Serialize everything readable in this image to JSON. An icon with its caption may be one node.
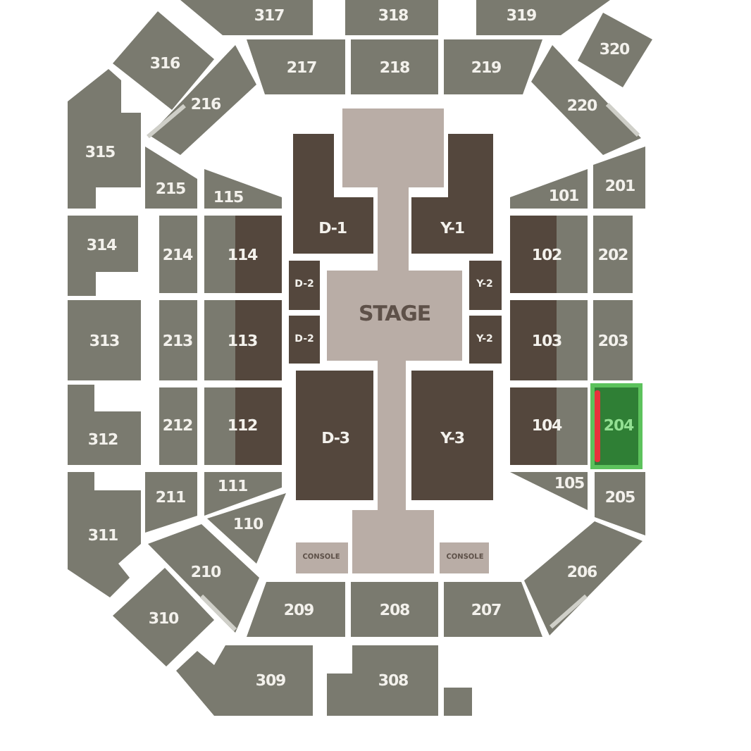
{
  "diagram": {
    "nodes": [
      {
        "text": [
          "317"
        ]
      },
      {
        "text": [
          "318"
        ]
      },
      {
        "text": [
          "319"
        ]
      },
      {
        "text": [
          "320"
        ]
      },
      {
        "text": [
          "316"
        ]
      },
      {
        "text": [
          "217"
        ]
      },
      {
        "text": [
          "218"
        ]
      },
      {
        "text": [
          "219"
        ]
      },
      {
        "text": [
          "216"
        ]
      },
      {
        "text": [
          "220"
        ]
      },
      {
        "text": [
          "315"
        ]
      },
      {
        "text": [
          "215"
        ]
      },
      {
        "text": [
          "115"
        ]
      },
      {
        "text": [
          "D-1"
        ]
      },
      {
        "text": [
          "STAGE"
        ]
      },
      {
        "text": [
          "Y-1"
        ]
      },
      {
        "text": [
          "101"
        ]
      },
      {
        "text": [
          "201"
        ]
      },
      {
        "text": [
          "314"
        ]
      },
      {
        "text": [
          "214"
        ]
      },
      {
        "text": [
          "114"
        ]
      },
      {
        "text": [
          "D-2"
        ]
      },
      {
        "text": [
          "Y-2"
        ]
      },
      {
        "text": [
          "102"
        ]
      },
      {
        "text": [
          "202"
        ]
      },
      {
        "text": [
          "313"
        ]
      },
      {
        "text": [
          "213"
        ]
      },
      {
        "text": [
          "113"
        ]
      },
      {
        "text": [
          "D-2"
        ]
      },
      {
        "text": [
          "Y-2"
        ]
      },
      {
        "text": [
          "103"
        ]
      },
      {
        "text": [
          "203"
        ]
      },
      {
        "text": [
          "312"
        ]
      },
      {
        "text": [
          "212"
        ]
      },
      {
        "text": [
          "112"
        ]
      },
      {
        "text": [
          "D-3"
        ]
      },
      {
        "text": [
          "Y-3"
        ]
      },
      {
        "text": [
          "104"
        ]
      },
      {
        "text": [
          "204"
        ]
      },
      {
        "text": [
          "311"
        ]
      },
      {
        "text": [
          "211"
        ]
      },
      {
        "text": [
          "111"
        ]
      },
      {
        "text": [
          "105"
        ]
      },
      {
        "text": [
          "205"
        ]
      },
      {
        "text": [
          "110"
        ]
      },
      {
        "text": [
          "210"
        ]
      },
      {
        "text": [
          "CONSOLE"
        ]
      },
      {
        "text": [
          "CONSOLE"
        ]
      },
      {
        "text": [
          "206"
        ]
      },
      {
        "text": [
          "209"
        ]
      },
      {
        "text": [
          "208"
        ]
      },
      {
        "text": [
          "207"
        ]
      },
      {
        "text": [
          "310"
        ]
      },
      {
        "text": [
          "309"
        ]
      },
      {
        "text": [
          "308"
        ]
      },
      {
        "text": [],
        "shape": "box"
      }
    ]
  }
}
